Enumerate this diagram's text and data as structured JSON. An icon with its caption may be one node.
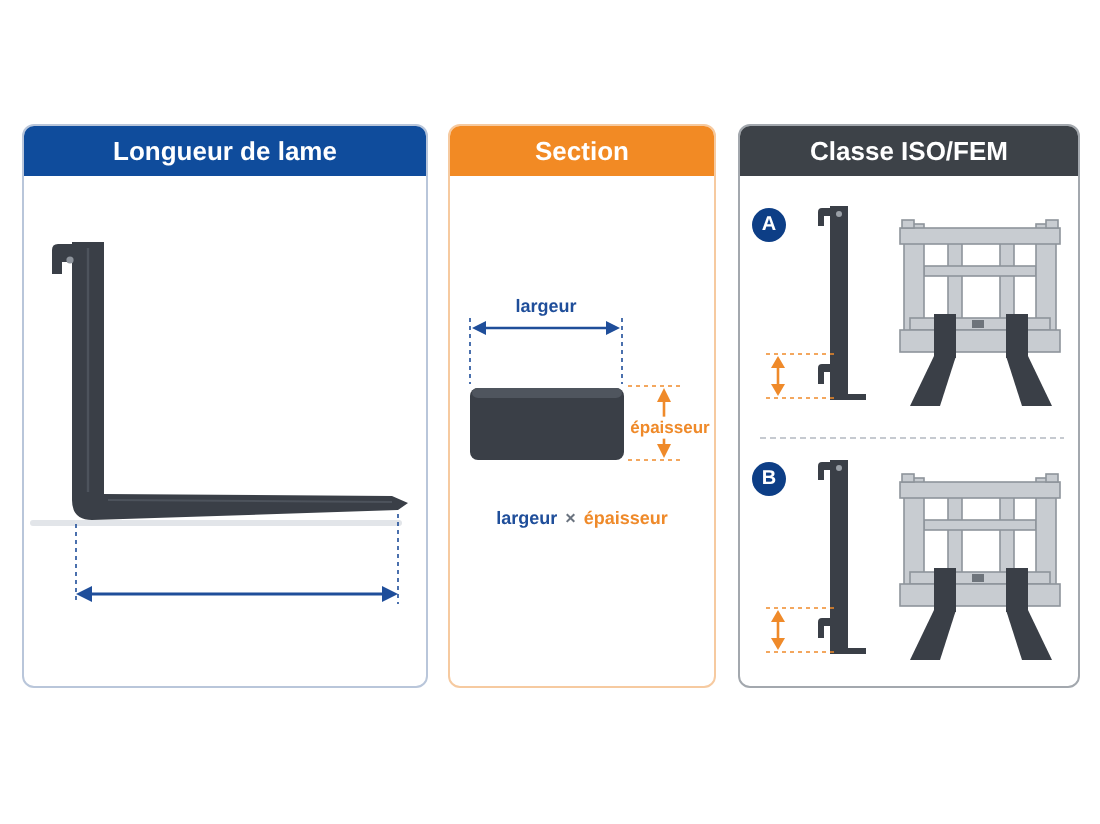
{
  "diagram": {
    "nodes": [
      {
        "text": [
          "Longueur de lame"
        ]
      },
      {
        "text": [
          "Section"
        ]
      },
      {
        "text": [
          "Classe ISO/FEM"
        ]
      },
      {
        "text": [
          "A"
        ],
        "in": 2
      },
      {
        "text": [
          "B"
        ],
        "in": 2
      }
    ],
    "labels": [
      "largeur",
      "épaisseur",
      "largeur",
      "×",
      "épaisseur"
    ]
  }
}
